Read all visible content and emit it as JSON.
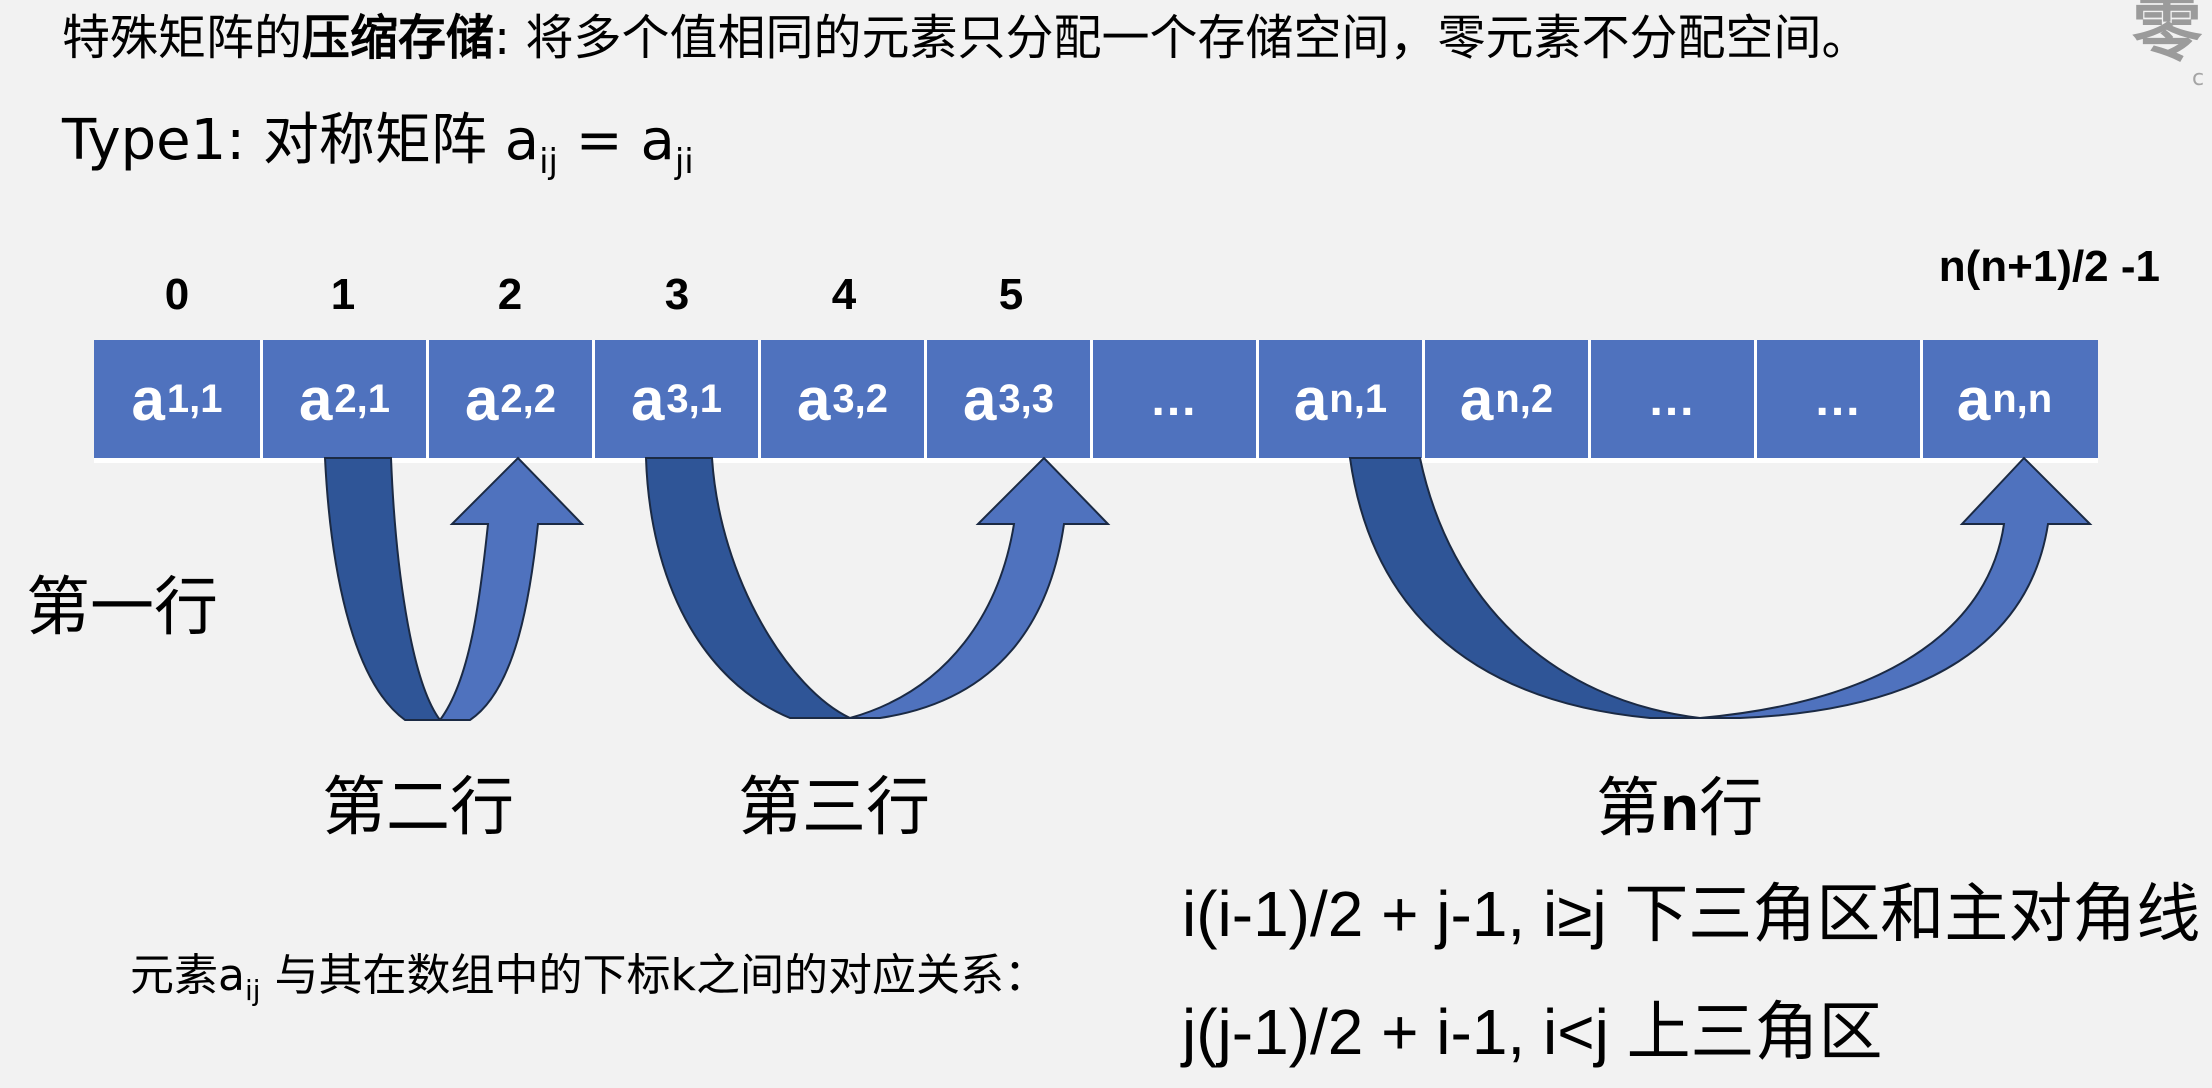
{
  "header": {
    "prefix": "特殊矩阵的",
    "emphasis": "压缩存储",
    "text": ": 将多个值相同的元素只分配一个存储空间，零元素不分配空间。"
  },
  "type_line": {
    "label": "Type1",
    "desc": ": 对称矩阵 a",
    "sub1": "ij",
    "eq": " = a",
    "sub2": "ji"
  },
  "logo": {
    "main": "零",
    "sub": "c"
  },
  "indices": [
    "0",
    "1",
    "2",
    "3",
    "4",
    "5"
  ],
  "last_index": "n(n+1)/2 -1",
  "cells": [
    {
      "base": "a",
      "sub": "1,1"
    },
    {
      "base": "a",
      "sub": "2,1"
    },
    {
      "base": "a",
      "sub": "2,2"
    },
    {
      "base": "a",
      "sub": "3,1"
    },
    {
      "base": "a",
      "sub": "3,2"
    },
    {
      "base": "a",
      "sub": "3,3"
    },
    {
      "base": "...",
      "sub": ""
    },
    {
      "base": "a",
      "sub": "n,1"
    },
    {
      "base": "a",
      "sub": "n,2"
    },
    {
      "base": "...",
      "sub": ""
    },
    {
      "base": "...",
      "sub": ""
    },
    {
      "base": "a",
      "sub": "n,n"
    }
  ],
  "rows": {
    "first": "第一行",
    "second": "第二行",
    "third": "第三行",
    "nth_prefix": "第",
    "nth_n": "n",
    "nth_suffix": "行"
  },
  "relation": {
    "prefix": "元素a",
    "sub": "ij",
    "suffix": " 与其在数组中的下标k之间的对应关系："
  },
  "formulas": {
    "lower": "i(i-1)/2 + j-1, i≥j ",
    "lower_desc": "下三角区和主对角线",
    "upper": "j(j-1)/2 + i-1, i<j ",
    "upper_desc": "上三角区"
  },
  "colors": {
    "cell_fill": "#4f72be",
    "arrow_dark": "#2f5597",
    "arrow_light": "#4f72be"
  }
}
